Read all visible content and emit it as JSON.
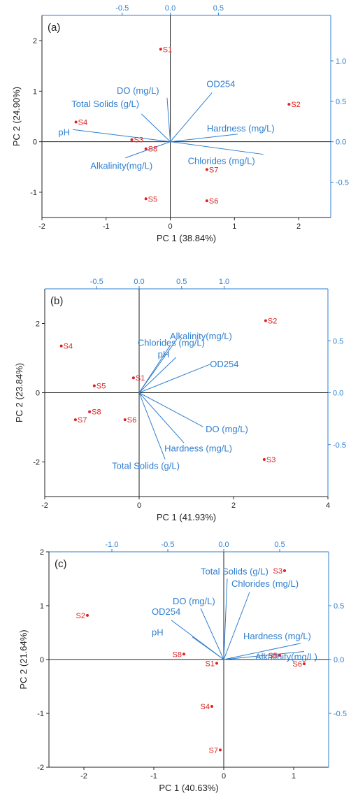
{
  "colors": {
    "score": "#e02020",
    "loading": "#2f7fd0",
    "axis": "#222222"
  },
  "chart_data": [
    {
      "type": "scatter",
      "panel_label": "(a)",
      "xlabel": "PC 1 (38.84%)",
      "ylabel": "PC 2 (24.90%)",
      "xlim": [
        -2,
        2.5
      ],
      "ylim": [
        -1.5,
        2.5
      ],
      "xticks": [
        "-2",
        "-1",
        "0",
        "1",
        "2"
      ],
      "yticks": [
        "-1",
        "0",
        "1",
        "2"
      ],
      "top_ticks": [
        "-0.5",
        "0.0",
        "0.5"
      ],
      "right_ticks": [
        "-0.5",
        "0.0",
        "0.5",
        "1.0"
      ],
      "scores": [
        {
          "label": "S1",
          "x": -0.15,
          "y": 1.83
        },
        {
          "label": "S2",
          "x": 1.85,
          "y": 0.74
        },
        {
          "label": "S3",
          "x": -0.6,
          "y": 0.04
        },
        {
          "label": "S4",
          "x": -1.47,
          "y": 0.39
        },
        {
          "label": "S5",
          "x": -0.38,
          "y": -1.13
        },
        {
          "label": "S6",
          "x": 0.57,
          "y": -1.17
        },
        {
          "label": "S7",
          "x": 0.57,
          "y": -0.55
        },
        {
          "label": "S8",
          "x": -0.38,
          "y": -0.14
        }
      ],
      "loadings": [
        {
          "label": "DO (mg/L)",
          "x": -0.05,
          "y": 0.87
        },
        {
          "label": "OD254",
          "x": 0.65,
          "y": 0.97
        },
        {
          "label": "Total Solids (g/L)",
          "x": -0.45,
          "y": 0.55
        },
        {
          "label": "pH",
          "x": -1.52,
          "y": 0.24
        },
        {
          "label": "Hardness (mg/L)",
          "x": 1.05,
          "y": 0.15
        },
        {
          "label": "Chlorides (mg/L)",
          "x": 1.45,
          "y": -0.25
        },
        {
          "label": "Alkalinity(mg/L)",
          "x": -0.7,
          "y": -0.32
        }
      ]
    },
    {
      "type": "scatter",
      "panel_label": "(b)",
      "xlabel": "PC 1 (41.93%)",
      "ylabel": "PC 2 (23.84%)",
      "xlim": [
        -2,
        4
      ],
      "ylim": [
        -3,
        3
      ],
      "xticks": [
        "-2",
        "0",
        "2",
        "4"
      ],
      "yticks": [
        "-2",
        "0",
        "2"
      ],
      "top_ticks": [
        "-0.5",
        "0.0",
        "0.5",
        "1.0"
      ],
      "right_ticks": [
        "-0.5",
        "0.0",
        "0.5"
      ],
      "scores": [
        {
          "label": "S1",
          "x": -0.12,
          "y": 0.43
        },
        {
          "label": "S2",
          "x": 2.68,
          "y": 2.08
        },
        {
          "label": "S3",
          "x": 2.65,
          "y": -1.93
        },
        {
          "label": "S4",
          "x": -1.65,
          "y": 1.35
        },
        {
          "label": "S5",
          "x": -0.95,
          "y": 0.2
        },
        {
          "label": "S6",
          "x": -0.3,
          "y": -0.78
        },
        {
          "label": "S7",
          "x": -1.35,
          "y": -0.78
        },
        {
          "label": "S8",
          "x": -1.05,
          "y": -0.55
        }
      ],
      "loadings": [
        {
          "label": "Alkalinity(mg/L)",
          "x": 0.8,
          "y": 1.55
        },
        {
          "label": "Chlorides (mg/L)",
          "x": 0.65,
          "y": 1.35
        },
        {
          "label": "pH",
          "x": 0.78,
          "y": 1.02
        },
        {
          "label": "OD254",
          "x": 1.5,
          "y": 0.82
        },
        {
          "label": "DO (mg/L)",
          "x": 1.35,
          "y": -0.98
        },
        {
          "label": "Hardness (mg/L)",
          "x": 0.95,
          "y": -1.45
        },
        {
          "label": "Total Solids (g/L)",
          "x": 0.55,
          "y": -1.92
        }
      ]
    },
    {
      "type": "scatter",
      "panel_label": "(c)",
      "xlabel": "PC 1 (40.63%)",
      "ylabel": "PC 2 (21.64%)",
      "xlim": [
        -2.5,
        1.5
      ],
      "ylim": [
        -2,
        2
      ],
      "xticks": [
        "-2",
        "-1",
        "0",
        "1"
      ],
      "yticks": [
        "-2",
        "-1",
        "0",
        "1",
        "2"
      ],
      "top_ticks": [
        "-1.0",
        "-0.5",
        "0.0",
        "0.5"
      ],
      "right_ticks": [
        "-0.5",
        "0.0",
        "0.5"
      ],
      "scores": [
        {
          "label": "S1",
          "x": -0.1,
          "y": -0.07
        },
        {
          "label": "S2",
          "x": -1.95,
          "y": 0.82
        },
        {
          "label": "S3",
          "x": 0.87,
          "y": 1.65
        },
        {
          "label": "S4",
          "x": -0.17,
          "y": -0.87
        },
        {
          "label": "S5",
          "x": 0.8,
          "y": 0.08
        },
        {
          "label": "S6",
          "x": 1.15,
          "y": -0.08
        },
        {
          "label": "S7",
          "x": -0.05,
          "y": -1.68
        },
        {
          "label": "S8",
          "x": -0.57,
          "y": 0.1
        }
      ],
      "loadings": [
        {
          "label": "Total Solids (g/L)",
          "x": 0.05,
          "y": 1.5
        },
        {
          "label": "Chlorides (mg/L)",
          "x": 0.37,
          "y": 1.25
        },
        {
          "label": "DO (mg/L)",
          "x": -0.33,
          "y": 0.95
        },
        {
          "label": "OD254",
          "x": -0.75,
          "y": 0.73
        },
        {
          "label": "pH",
          "x": -0.45,
          "y": 0.42
        },
        {
          "label": "Hardness (mg/L)",
          "x": 1.1,
          "y": 0.3
        },
        {
          "label": "Alkalinity(mg/L)",
          "x": 1.15,
          "y": 0.15
        }
      ]
    }
  ]
}
